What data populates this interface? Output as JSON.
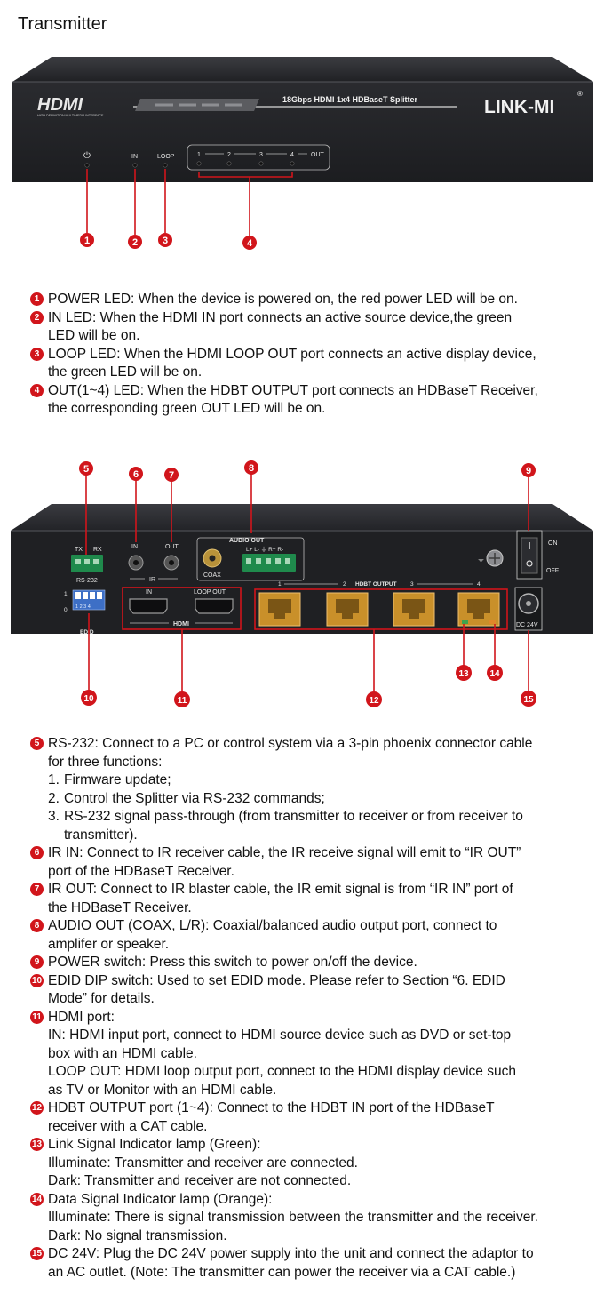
{
  "page_title": "Transmitter",
  "colors": {
    "callout": "#d1151b",
    "device": "#26272b",
    "phoenix": "#1f8a4c",
    "rj45": "#c9902a"
  },
  "front_panel": {
    "hdmi_logo": "HDMI",
    "hdmi_tagline": "HIGH-DEFINITION MULTIMEDIA INTERFACE",
    "model_text": "18Gbps HDMI 1x4 HDBaseT Splitter",
    "brand": "LINK-MI",
    "brand_mark": "®",
    "label_in": "IN",
    "label_loop": "LOOP",
    "out_numbers": [
      "1",
      "2",
      "3",
      "4"
    ],
    "label_out": "OUT",
    "power_symbol": "⏻"
  },
  "rear_panel": {
    "label_tx": "TX",
    "label_rx": "RX",
    "label_rs232": "RS-232",
    "label_ir_in": "IN",
    "label_ir_out": "OUT",
    "label_ir": "IR",
    "label_audio_out": "AUDIO OUT",
    "audio_pins": "L+ L-  ⏚  R+ R-",
    "label_coax": "COAX",
    "dip_1": "1",
    "dip_0": "0",
    "dip_numbers": "1 2 3 4",
    "label_edid": "EDID",
    "label_hdmi_in": "IN",
    "label_loop_out": "LOOP OUT",
    "label_hdmi": "HDMI",
    "label_hdbt_output": "HDBT OUTPUT",
    "port_numbers": [
      "1",
      "2",
      "3",
      "4"
    ],
    "label_on": "ON",
    "label_off": "OFF",
    "label_dc": "DC 24V"
  },
  "front_callouts": [
    "1",
    "2",
    "3",
    "4"
  ],
  "rear_callouts": [
    "5",
    "6",
    "7",
    "8",
    "9",
    "10",
    "11",
    "12",
    "13",
    "14",
    "15"
  ],
  "front_items": [
    {
      "num": "1",
      "lines": [
        "POWER LED: When the device is powered on, the red power LED will be on."
      ]
    },
    {
      "num": "2",
      "lines": [
        "IN LED: When the HDMI IN port connects an active source device,the green",
        "LED will be on."
      ]
    },
    {
      "num": "3",
      "lines": [
        "LOOP LED: When the HDMI LOOP OUT port connects an active display device,",
        "the green LED will be on."
      ]
    },
    {
      "num": "4",
      "lines": [
        "OUT(1~4) LED: When the  HDBT OUTPUT port connects an HDBaseT Receiver,",
        "the corresponding green OUT LED will be on."
      ]
    }
  ],
  "rear_items": {
    "i5": {
      "num": "5",
      "lines": [
        "RS-232: Connect to a PC or control system via a 3-pin phoenix connector cable",
        "for three functions:"
      ],
      "subs": [
        {
          "n": "1.",
          "lines": [
            "Firmware update;"
          ]
        },
        {
          "n": "2.",
          "lines": [
            "Control the Splitter via RS-232 commands;"
          ]
        },
        {
          "n": "3.",
          "lines": [
            "RS-232 signal pass-through (from transmitter to receiver or from receiver to",
            "transmitter)."
          ]
        }
      ]
    },
    "rest": [
      {
        "num": "6",
        "lines": [
          "IR IN: Connect to IR receiver cable, the IR receive signal will emit to “IR OUT”",
          "port of the HDBaseT Receiver."
        ]
      },
      {
        "num": "7",
        "lines": [
          "IR OUT: Connect to IR blaster cable, the IR emit signal is from “IR IN” port of",
          "the HDBaseT Receiver."
        ]
      },
      {
        "num": "8",
        "lines": [
          "AUDIO OUT (COAX, L/R): Coaxial/balanced audio output port, connect to",
          "amplifer or speaker."
        ]
      },
      {
        "num": "9",
        "lines": [
          "POWER switch: Press this switch to power on/off the device."
        ]
      },
      {
        "num": "10",
        "lines": [
          "EDID DIP switch: Used to set EDID mode. Please refer to Section “6. EDID",
          "Mode” for details."
        ]
      },
      {
        "num": "11",
        "lines": [
          "HDMI port:",
          "IN: HDMI input port, connect to HDMI source device such as DVD or set-top",
          "box with an HDMI cable.",
          "LOOP OUT: HDMI loop output port, connect to the HDMI display device such",
          "as TV or Monitor with an HDMI cable."
        ]
      },
      {
        "num": "12",
        "lines": [
          "HDBT OUTPUT port (1~4): Connect to the HDBT IN port of the HDBaseT",
          "receiver with a CAT cable."
        ]
      },
      {
        "num": "13",
        "lines": [
          "Link Signal Indicator lamp (Green):",
          "Illuminate: Transmitter and receiver are connected.",
          "Dark: Transmitter and receiver are not connected."
        ]
      },
      {
        "num": "14",
        "lines": [
          "Data Signal Indicator lamp (Orange):",
          "Illuminate: There is signal transmission between the transmitter and the receiver.",
          "Dark: No signal transmission."
        ]
      },
      {
        "num": "15",
        "lines": [
          "DC 24V: Plug the DC 24V power supply into the unit and connect the adaptor to",
          "an AC outlet. (Note: The transmitter can power the receiver via a CAT cable.)"
        ]
      }
    ]
  }
}
